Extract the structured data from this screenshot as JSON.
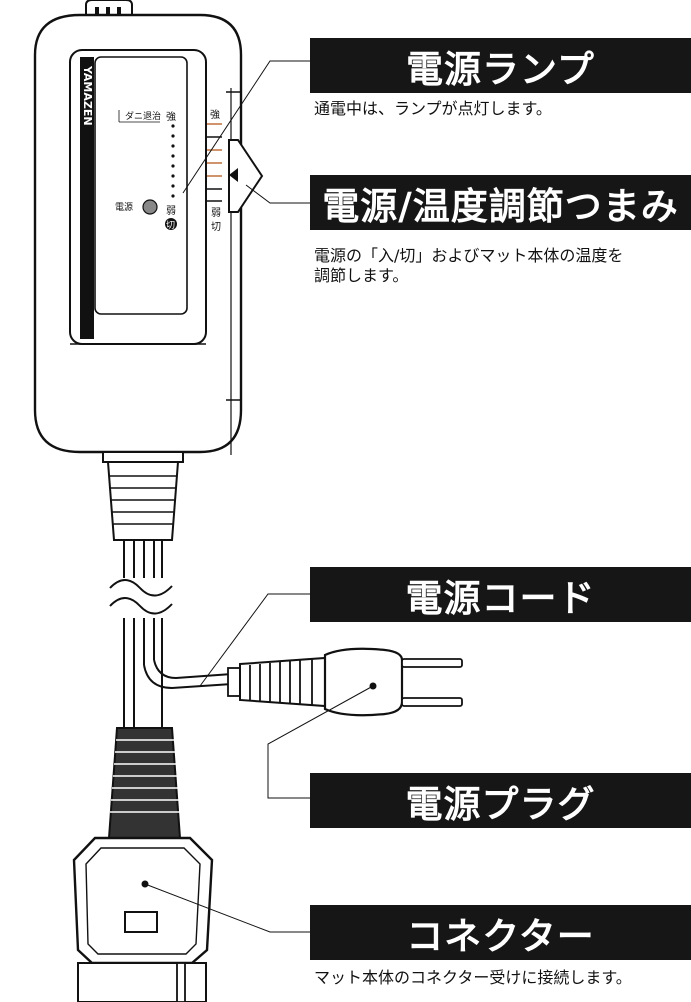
{
  "device": {
    "brand": "YAMAZEN",
    "mite_label": "ダニ退治",
    "lamp_label": "電源",
    "strong_label": "強",
    "weak_label": "弱",
    "off_label": "切"
  },
  "callouts": [
    {
      "title": "電源ランプ",
      "desc": [
        "通電中は、ランプが点灯します。"
      ]
    },
    {
      "title": "電源/温度調節つまみ",
      "desc": [
        "電源の「入/切」およびマット本体の温度を",
        "調節します。"
      ]
    },
    {
      "title": "電源コード",
      "desc": []
    },
    {
      "title": "電源プラグ",
      "desc": []
    },
    {
      "title": "コネクター",
      "desc": [
        "マット本体のコネクター受けに接続します。"
      ]
    }
  ]
}
